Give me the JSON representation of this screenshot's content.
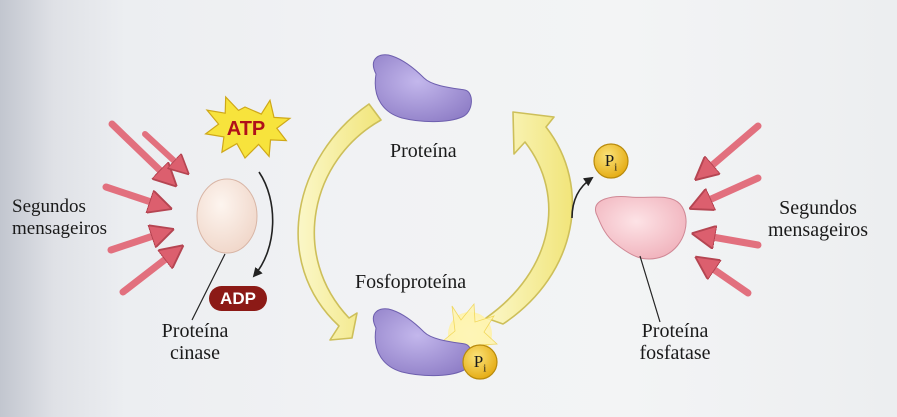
{
  "atp": "ATP",
  "adp": "ADP",
  "protein": "Proteína",
  "phosphoprotein": "Fosfoproteína",
  "second_messengers_left": [
    "Segundos",
    "mensageiros"
  ],
  "second_messengers_right": [
    "Segundos",
    "mensageiros"
  ],
  "kinase": [
    "Proteína",
    "cinase"
  ],
  "phosphatase": [
    "Proteína",
    "fosfatase"
  ],
  "phosphate_symbol": "P",
  "phosphate_subscript": "i",
  "colors": {
    "signal_arrow": "#e2707e",
    "cycle_arrow": "#f4eb8a",
    "protein": "#a99ad8",
    "kinase": "#f6e3d9",
    "phosphatase": "#f6c5cc",
    "atp_star": "#f7e33c",
    "adp_badge": "#8c1a16",
    "phosphate": "#f0c419"
  }
}
